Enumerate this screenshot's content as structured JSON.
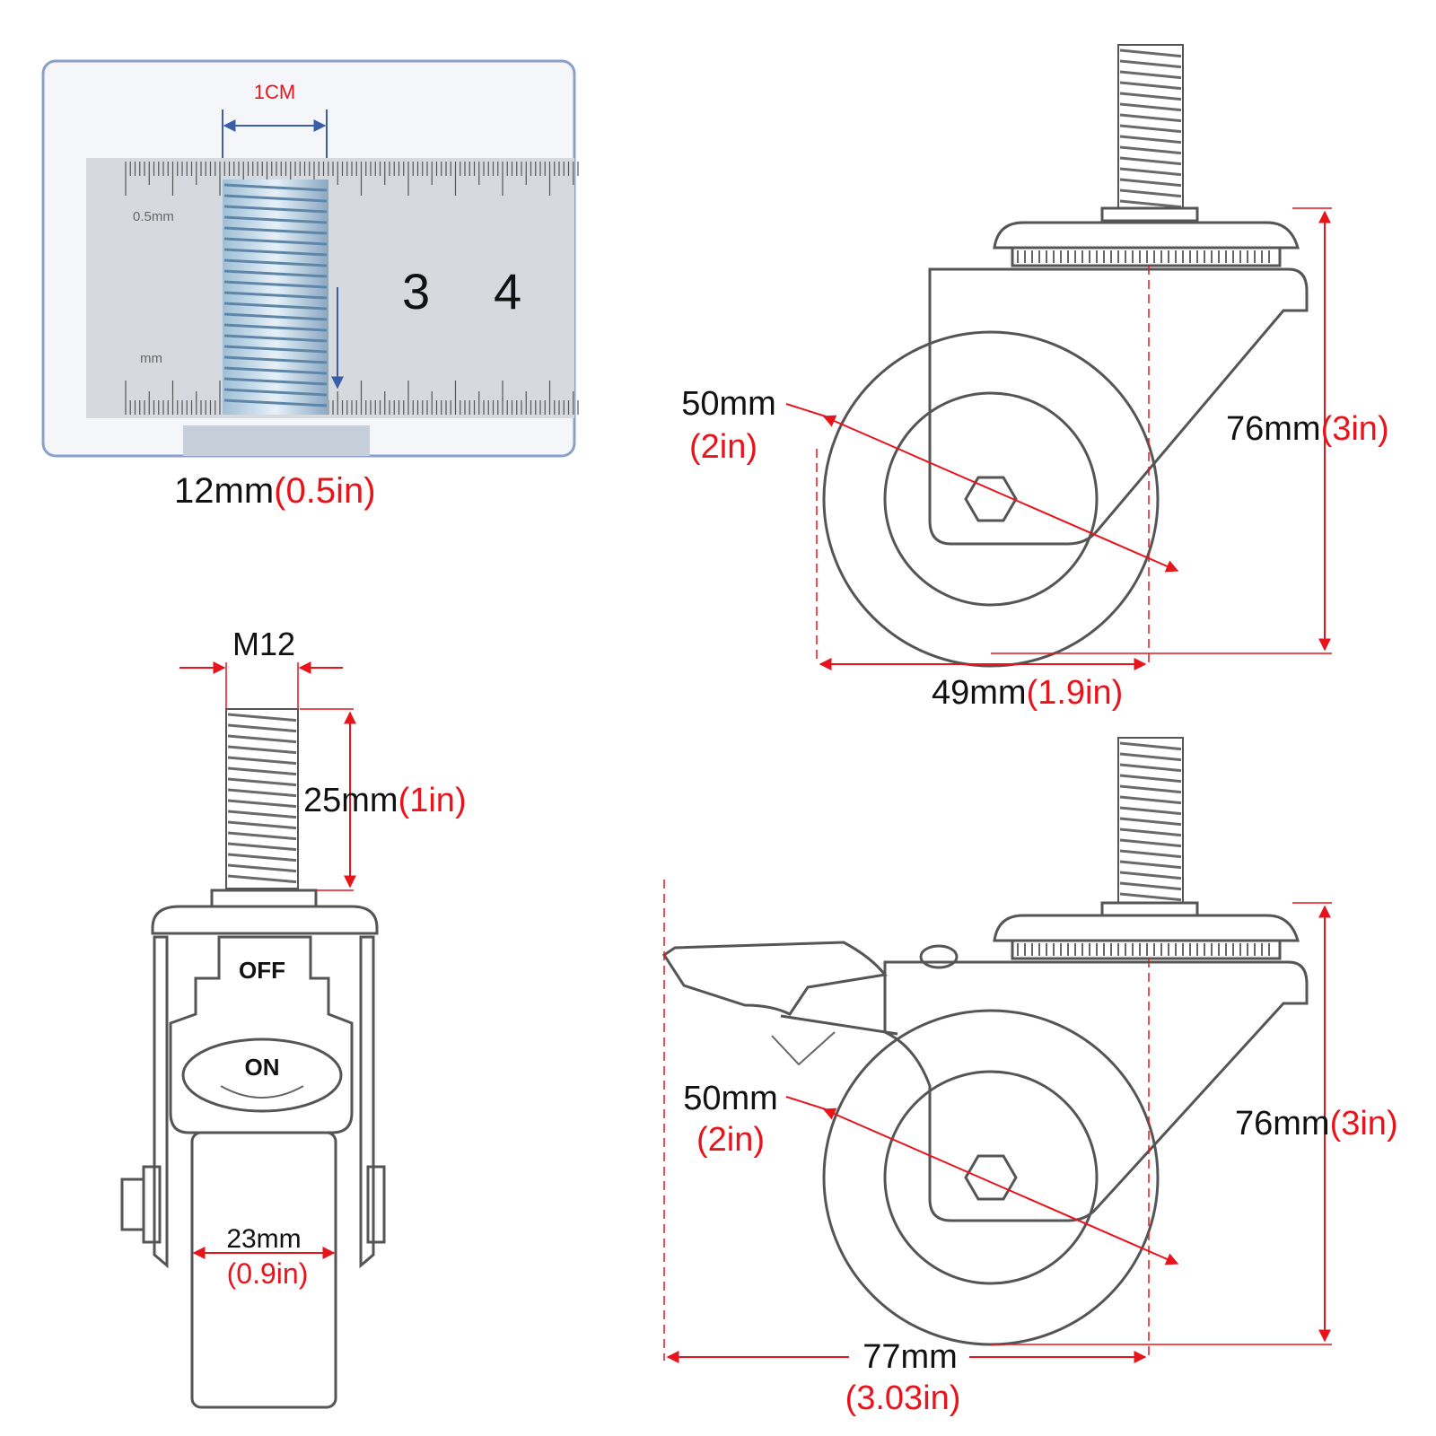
{
  "photo": {
    "scale_label": "1CM",
    "ruler_small": "0.5mm",
    "ruler_unit": "mm",
    "ruler_digits": [
      "3",
      "4"
    ]
  },
  "thread_diameter": {
    "mm": "12mm",
    "in": "(0.5in)"
  },
  "front_view": {
    "thread_label": "M12",
    "thread_length": {
      "mm": "25mm",
      "in": "(1in)"
    },
    "brake_off": "OFF",
    "brake_on": "ON",
    "wheel_width": {
      "mm": "23mm",
      "in": "(0.9in)"
    }
  },
  "side_view_top": {
    "wheel_diameter": {
      "mm": "50mm",
      "in": "(2in)"
    },
    "height": {
      "mm": "76mm",
      "in": "(3in)"
    },
    "width": {
      "mm": "49mm",
      "in": "(1.9in)"
    }
  },
  "side_view_bottom": {
    "wheel_diameter": {
      "mm": "50mm",
      "in": "(2in)"
    },
    "height": {
      "mm": "76mm",
      "in": "(3in)"
    },
    "width": {
      "mm": "77mm",
      "in": "(3.03in)"
    }
  },
  "colors": {
    "dimension_red": "#e8141b",
    "label_black": "#111111",
    "frame_blue": "#8aa0c8",
    "outline_gray": "#555555"
  }
}
